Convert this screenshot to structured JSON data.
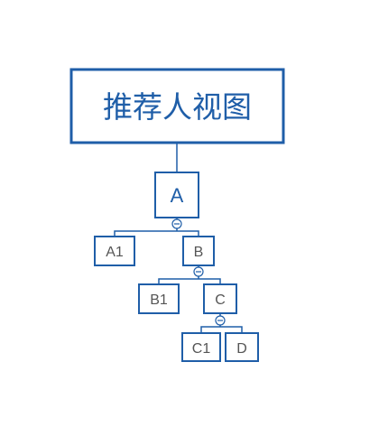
{
  "diagram": {
    "title": "推荐人视图",
    "colors": {
      "border": "#1f5ea8",
      "line": "#1f5ea8",
      "title_text": "#1f5ea8",
      "node_text": "#555555"
    },
    "nodes": {
      "a": {
        "label": "A"
      },
      "a1": {
        "label": "A1"
      },
      "b": {
        "label": "B"
      },
      "b1": {
        "label": "B1"
      },
      "c": {
        "label": "C"
      },
      "c1": {
        "label": "C1"
      },
      "d": {
        "label": "D"
      }
    },
    "collapse_toggles": [
      {
        "node": "A",
        "icon": "minus-circle-icon"
      },
      {
        "node": "B",
        "icon": "minus-circle-icon"
      },
      {
        "node": "C",
        "icon": "minus-circle-icon"
      }
    ]
  }
}
